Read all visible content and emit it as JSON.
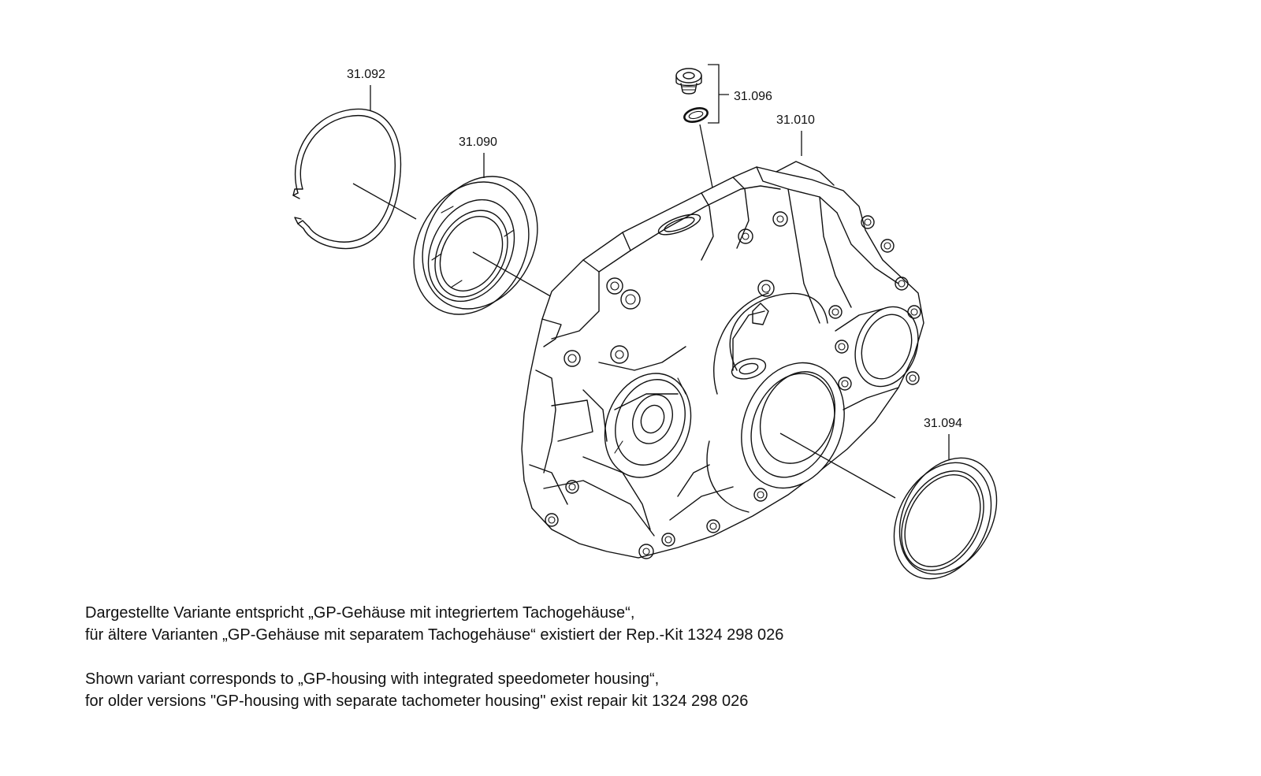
{
  "parts": {
    "retaining_ring": "31.092",
    "bearing": "31.090",
    "screw_plug_set": "31.096",
    "housing": "31.010",
    "shaft_seal": "31.094"
  },
  "notes": {
    "de_line1": "Dargestellte Variante entspricht „GP-Gehäuse mit integriertem Tachogehäuse“,",
    "de_line2": "für ältere Varianten „GP-Gehäuse mit separatem Tachogehäuse“ existiert der Rep.-Kit 1324 298 026",
    "en_line1": "Shown variant corresponds to „GP-housing with integrated speedometer housing“,",
    "en_line2": "for older versions \"GP-housing with separate tachometer housing\" exist repair kit 1324 298 026"
  }
}
